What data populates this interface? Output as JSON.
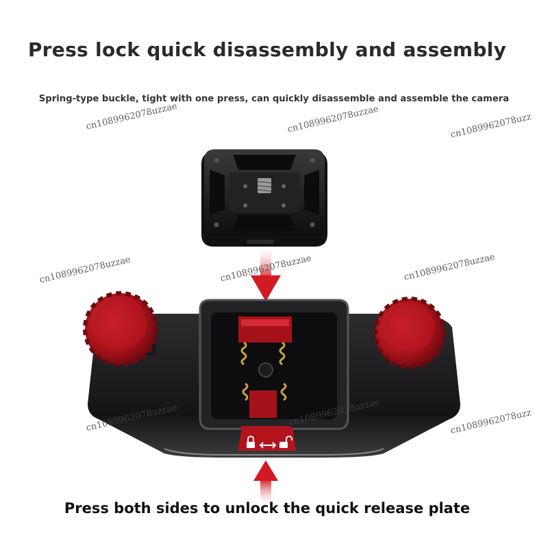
{
  "headline": "Press lock quick disassembly and assembly",
  "subheadline": "Spring-type buckle, tight with one press, can quickly disassemble and assemble the camera",
  "bottom_caption": "Press both sides to unlock the quick release plate",
  "watermarks": [
    "cn1089962078uzzae",
    "cn1089962078uzzae",
    "cn1089962078uzz",
    "cn1089962078uzzae",
    "cn1089962078uzzae",
    "cn1089962078uzzae",
    "cn1089962078uzzae",
    "cn1089962078uzzae",
    "cn1089962078uzz"
  ],
  "colors": {
    "accent_red": "#b3141c",
    "dark_body": "#1c1c1e",
    "arrow_red": "#d11a22"
  }
}
